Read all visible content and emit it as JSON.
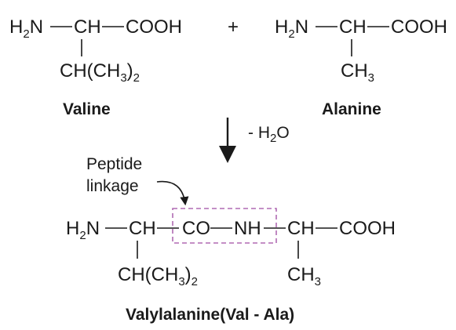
{
  "valine": {
    "amino": "H",
    "amino_sub": "2",
    "amino_n": "N",
    "ch": "CH",
    "acid": "COOH",
    "side_main": "CH(CH",
    "side_sub": "3",
    "side_close": ")",
    "side_sub2": "2",
    "name": "Valine"
  },
  "plus": "+",
  "alanine": {
    "amino": "H",
    "amino_sub": "2",
    "amino_n": "N",
    "ch": "CH",
    "acid": "COOH",
    "side_main": "CH",
    "side_sub": "3",
    "name": "Alanine"
  },
  "reaction": {
    "loss_prefix": "- H",
    "loss_sub": "2",
    "loss_suffix": "O"
  },
  "peptide_label": {
    "line1": "Peptide",
    "line2": "linkage"
  },
  "product": {
    "amino": "H",
    "amino_sub": "2",
    "amino_n": "N",
    "ch1": "CH",
    "co": "CO",
    "nh": "NH",
    "ch2": "CH",
    "acid": "COOH",
    "side1_main": "CH(CH",
    "side1_sub": "3",
    "side1_close": ")",
    "side1_sub2": "2",
    "side2_main": "CH",
    "side2_sub": "3",
    "name": "Valylalanine(Val - Ala)"
  },
  "colors": {
    "text": "#1a1a1a",
    "linkage_box": "#b06ab3"
  }
}
